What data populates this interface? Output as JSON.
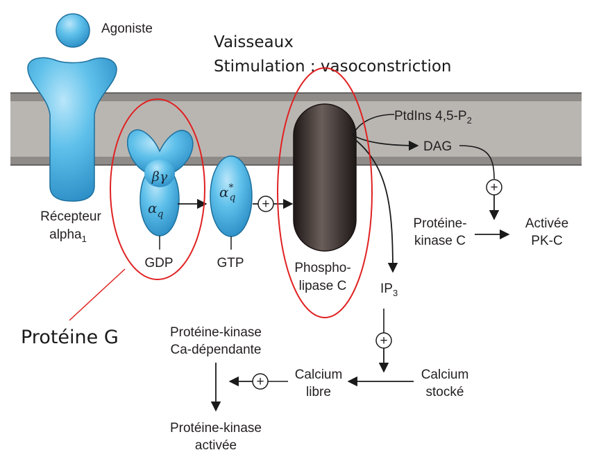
{
  "colors": {
    "membrane_band": "#b9b6b2",
    "membrane_edge": "#4a4746",
    "protein_fill": "#4fb3e2",
    "protein_stroke": "#1c6f9c",
    "plc_fill": "#3a3130",
    "highlight": "#e02020",
    "line": "#1a1a1a"
  },
  "icons": [
    "plus-circle-icon",
    "arrow-right-icon",
    "arrow-down-icon",
    "arrow-left-icon"
  ],
  "header": {
    "line1": "Vaisseaux",
    "line2": "Stimulation : vasoconstriction"
  },
  "agonist": {
    "label": "Agoniste"
  },
  "receptor": {
    "label_line1": "Récepteur",
    "label_line2": "alpha",
    "label_sub": "1"
  },
  "g_protein": {
    "beta_gamma": "βγ",
    "alpha": "α",
    "alpha_sub": "q",
    "bound": "GDP",
    "callout": "Protéine G"
  },
  "alpha_active": {
    "alpha": "α",
    "star": "*",
    "sub": "q",
    "bound": "GTP"
  },
  "plc": {
    "line1": "Phospho-",
    "line2": "lipase C"
  },
  "substrate": {
    "label": "PtdIns 4,5-P",
    "sub": "2"
  },
  "dag": {
    "label": "DAG"
  },
  "pkc": {
    "line1": "Protéine-",
    "line2": "kinase C"
  },
  "pkc_active": {
    "line1": "Activée",
    "line2": "PK-C"
  },
  "ip3": {
    "label": "IP",
    "sub": "3"
  },
  "calcium_stored": {
    "line1": "Calcium",
    "line2": "stocké"
  },
  "calcium_free": {
    "line1": "Calcium",
    "line2": "libre"
  },
  "ca_kinase": {
    "line1": "Protéine-kinase",
    "line2": "Ca-dépendante"
  },
  "kinase_active": {
    "line1": "Protéine-kinase",
    "line2": "activée"
  },
  "plus_symbol": "+"
}
